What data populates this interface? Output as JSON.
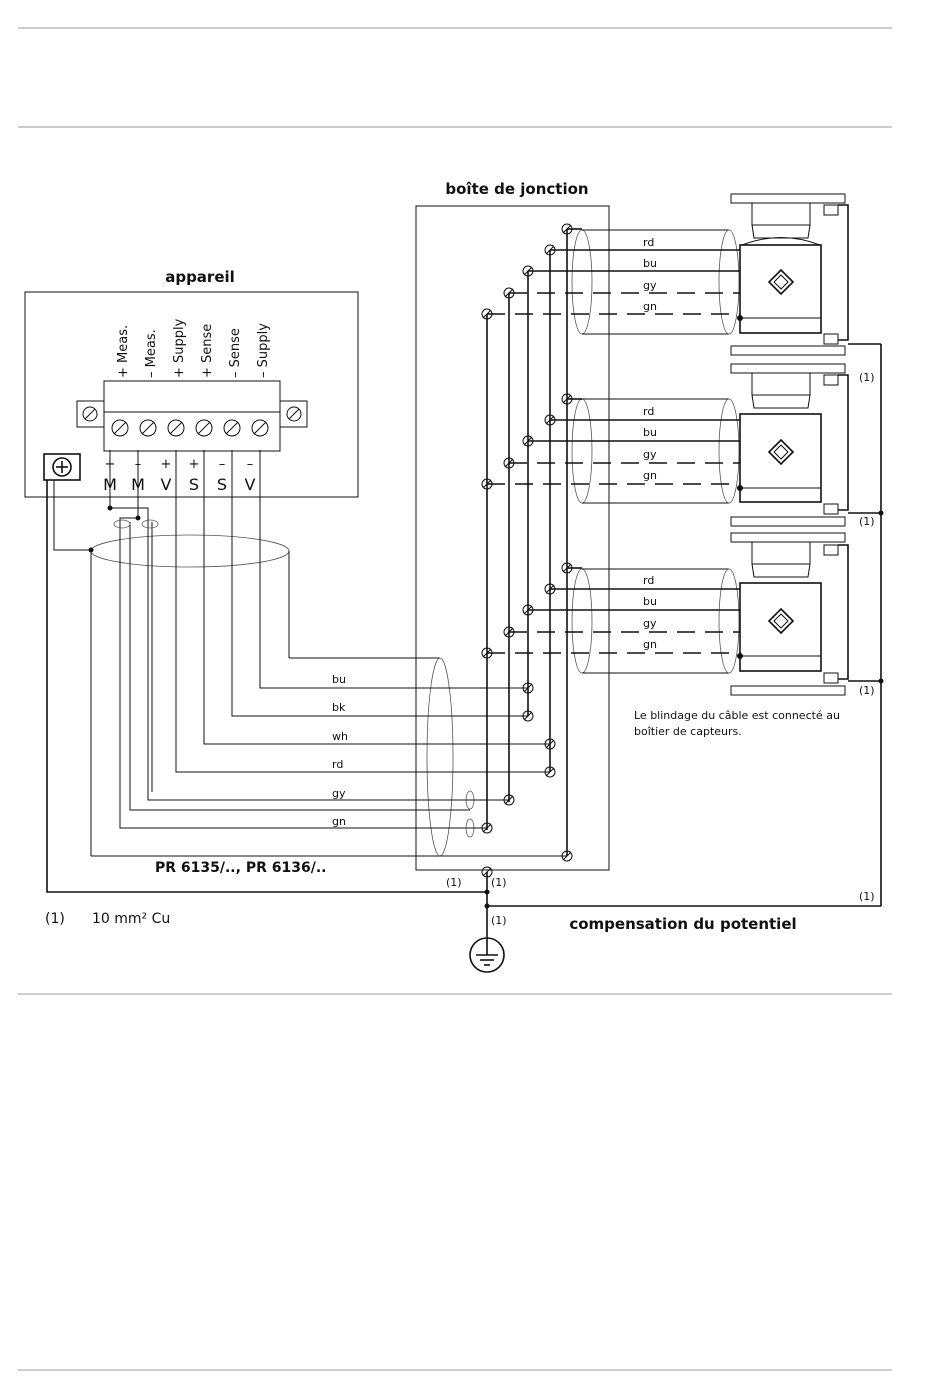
{
  "device": {
    "title": "appareil",
    "terminal_headers": [
      "+ Meas.",
      "– Meas.",
      "+ Supply",
      "+ Sense",
      "– Sense",
      "– Supply"
    ],
    "terminal_signs": [
      "+",
      "–",
      "+",
      "+",
      "–",
      "–"
    ],
    "terminal_letters": [
      "M",
      "M",
      "V",
      "S",
      "S",
      "V"
    ]
  },
  "junction_box": {
    "title": "boîte de jonction"
  },
  "cable_wires_upper": [
    "bu",
    "bk",
    "wh",
    "rd"
  ],
  "cable_wires_lower": [
    "gy",
    "gn"
  ],
  "cable_label": "PR 6135/.., PR 6136/..",
  "loadcell_wires": [
    "rd",
    "bu",
    "gy",
    "gn"
  ],
  "shield_note": [
    "Le blindage du câble est connecté au",
    "boîtier de capteurs."
  ],
  "ref_marker": "(1)",
  "footnote": {
    "marker": "(1)",
    "text": "10 mm² Cu"
  },
  "equipotential_label": "compensation du potentiel",
  "colors": {
    "line": "#111111",
    "page_rule": "#999999"
  },
  "icons": [
    "screw-terminal-icon",
    "ground-symbol-icon",
    "loadcell-symbol-icon"
  ]
}
